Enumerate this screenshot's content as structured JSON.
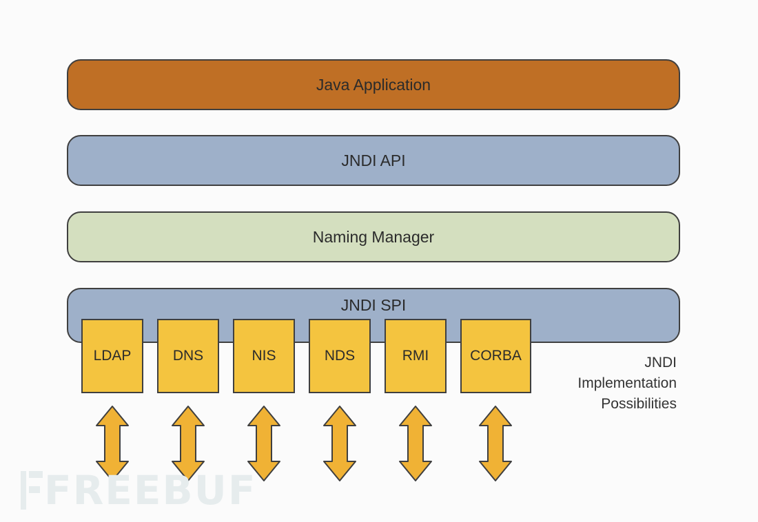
{
  "layers": {
    "java_application": "Java Application",
    "jndi_api": "JNDI API",
    "naming_manager": "Naming Manager",
    "jndi_spi": "JNDI SPI"
  },
  "implementations": [
    "LDAP",
    "DNS",
    "NIS",
    "NDS",
    "RMI",
    "CORBA"
  ],
  "caption": [
    "JNDI",
    "Implementation",
    "Possibilities"
  ],
  "watermark": "FREEBUF",
  "colors": {
    "java_application": "#bf6f25",
    "jndi_api": "#9eb0c9",
    "naming_manager": "#d4dfbf",
    "jndi_spi": "#9eb0c9",
    "implementation": "#f4c43f",
    "arrow": "#f0b235",
    "outline": "#3f3f3f"
  }
}
